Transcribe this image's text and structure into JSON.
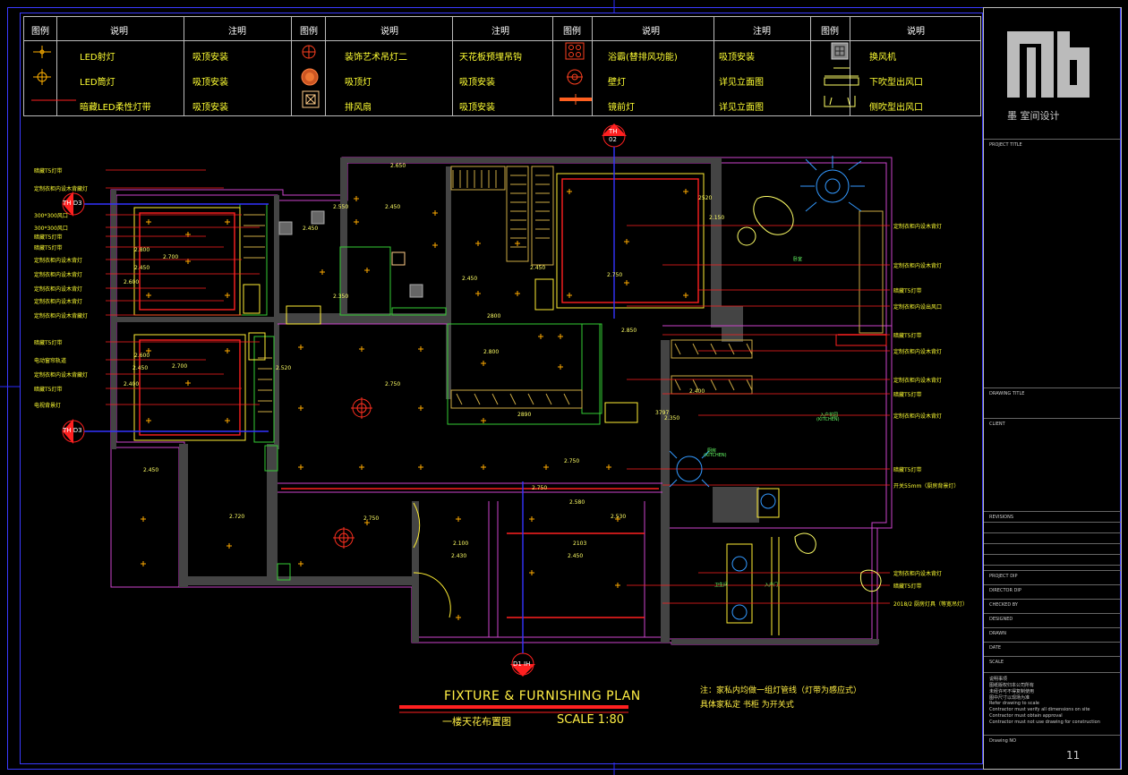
{
  "legend": {
    "headers": [
      "图例",
      "说明",
      "注明",
      "图例",
      "说明",
      "注明",
      "图例",
      "说明",
      "注明",
      "图例",
      "说明"
    ],
    "col1": [
      {
        "icon": "led-spotlight-icon",
        "desc": "LED射灯",
        "note": "吸顶安装"
      },
      {
        "icon": "led-downlight-icon",
        "desc": "LED筒灯",
        "note": "吸顶安装"
      },
      {
        "icon": "led-strip-icon",
        "desc": "暗藏LED柔性灯带",
        "note": "吸顶安装"
      }
    ],
    "col2": [
      {
        "icon": "decorative-pendant-icon",
        "desc": "装饰艺术吊灯二",
        "note": "天花板预埋吊钩"
      },
      {
        "icon": "ceiling-lamp-icon",
        "desc": "吸顶灯",
        "note": "吸顶安装"
      },
      {
        "icon": "exhaust-fan-icon",
        "desc": "排风扇",
        "note": "吸顶安装"
      }
    ],
    "col3": [
      {
        "icon": "bath-heater-icon",
        "desc": "浴霸(替排风功能)",
        "note": "吸顶安装"
      },
      {
        "icon": "wall-lamp-icon",
        "desc": "壁灯",
        "note": "详见立面图"
      },
      {
        "icon": "mirror-light-icon",
        "desc": "镜前灯",
        "note": "详见立面图"
      }
    ],
    "col4": [
      {
        "icon": "exhaust-unit-icon",
        "desc": "换风机"
      },
      {
        "icon": "down-vent-icon",
        "desc": "下吹型出风口"
      },
      {
        "icon": "side-vent-icon",
        "desc": "侧吹型出风口"
      }
    ]
  },
  "brand": {
    "name": "墨  室间设计"
  },
  "plan": {
    "title_en": "FIXTURE & FURNISHING PLAN",
    "title_cn": "一楼天花布置图",
    "scale": "SCALE  1:80",
    "note_line1": "注：家私内均做一组灯管线（灯带为感应式）",
    "note_line2": "具体家私定  书柜  为开关式",
    "tag_top": {
      "a": "TH",
      "b": "02"
    },
    "tag_left1": "TH D3",
    "tag_left2": "TH D3",
    "tag_bottom": {
      "a": "D1",
      "b": "IH"
    }
  },
  "dims": [
    "2.650",
    "2.450",
    "2.550",
    "2.450",
    "2.700",
    "2.800",
    "2.450",
    "2.600",
    "2.350",
    "2.450",
    "2.750",
    "2.450",
    "2.700",
    "2.600",
    "2.400",
    "2.520",
    "2.750",
    "2.800",
    "2.750",
    "2.750",
    "2.450",
    "2.720",
    "2.750",
    "2.430",
    "2.450",
    "2.580",
    "2.530",
    "2.100",
    "2103",
    "3797",
    "2.350",
    "2.400",
    "2890",
    "2800",
    "2520",
    "2.150",
    "2.850",
    "2.450"
  ],
  "left_notes": [
    "暗藏T5灯带",
    "定制衣柜内设木背藏灯",
    "300*300风口",
    "300*300风口",
    "暗藏T5灯带",
    "暗藏T5灯带",
    "定制衣柜内设木背灯",
    "定制衣柜内设木背灯",
    "定制衣柜内设木背灯",
    "定制衣柜内设木背灯",
    "定制衣柜内设木背藏灯",
    "暗藏T5灯带",
    "电动窗帘轨道",
    "定制衣柜内设木背藏灯",
    "暗藏T5灯带",
    "电视背景灯"
  ],
  "right_notes": [
    "定制衣柜内设木背灯",
    "定制衣柜内设木背灯",
    "暗藏T5灯带",
    "定制衣柜内设出风口",
    "暗藏T5灯带",
    "定制衣柜内设木背灯",
    "定制衣柜内设木背灯",
    "暗藏T5灯带",
    "定制衣柜内设木背灯",
    "暗藏T5灯带",
    "开关55mm（厨房背景灯）",
    "定制衣柜内设木背灯",
    "暗藏T5灯带",
    "2018/2  厨房灯具（等宽吊灯）"
  ],
  "room_labels": [
    "卧室",
    "入户花园",
    "(KITCHEN)",
    "厨房",
    "(KITCHEN)",
    "卫生间",
    "入户门"
  ],
  "title_block": {
    "project_title": "PROJECT TITLE",
    "drawing_title": "DRAWING TITLE",
    "client": "CLIENT",
    "revisions": "REVISIONS",
    "rows": [
      "PROJECT DIP",
      "DIRECTOR DIP",
      "CHECKED BY",
      "DESIGNED",
      "DRAWN",
      "DATE",
      "SCALE"
    ],
    "notes": [
      "说明事项",
      "图纸版权归本公司所有",
      "未经许可不得复制使用",
      "图中尺寸以现场为准",
      "Refer drawing to scale",
      "Contractor must verify all dimensions on site",
      "Contractor must obtain approval",
      "Contractor must not use drawing for construction"
    ],
    "drawing_no_label": "Drawing NO",
    "sheet": "11"
  }
}
